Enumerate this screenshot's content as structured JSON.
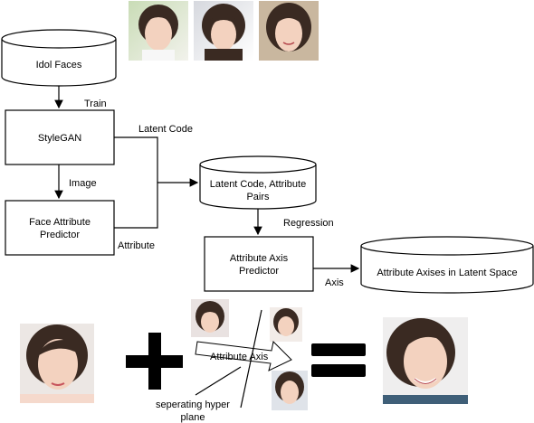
{
  "nodes": {
    "idol_faces": "Idol Faces",
    "stylegan": "StyleGAN",
    "face_attribute_predictor": [
      "Face Attribute",
      "Predictor"
    ],
    "latent_attribute_pairs": [
      "Latent Code, Attribute",
      "Pairs"
    ],
    "attribute_axis_predictor": [
      "Attribute Axis",
      "Predictor"
    ],
    "attribute_axises": "Attribute Axises in Latent Space"
  },
  "edges": {
    "train": "Train",
    "latent_code": "Latent Code",
    "image": "Image",
    "attribute": "Attribute",
    "regression": "Regression",
    "axis": "Axis"
  },
  "bottom": {
    "attribute_axis": "Attribute Axis",
    "separating_plane": [
      "seperating hyper",
      "plane"
    ]
  },
  "colors": {
    "stroke": "#000000",
    "background": "#ffffff",
    "hair": "#3a2a22",
    "skin": "#f3d2bf"
  },
  "photos": {
    "count_top": 3,
    "subject": "portrait-photo"
  }
}
